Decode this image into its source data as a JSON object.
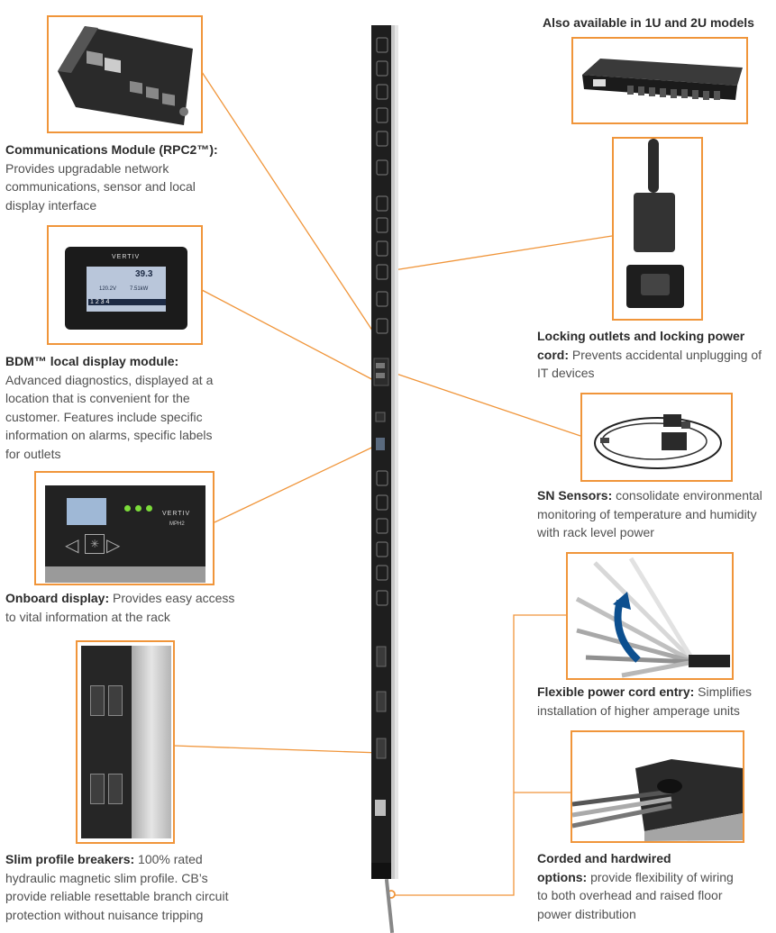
{
  "top_right_heading": "Also available in 1U and 2U models",
  "features": {
    "comms": {
      "title": "Communications Module (RPC2™):",
      "line1": "Provides upgradable network",
      "line2": "communications, sensor and local",
      "line3": "display interface"
    },
    "bdm": {
      "title": "BDM™ local display module:",
      "line1": "Advanced diagnostics, displayed at a",
      "line2": "location that is convenient for the",
      "line3": "customer. Features include specific",
      "line4": "information on alarms, specific labels",
      "line5": "for outlets"
    },
    "onboard": {
      "title": "Onboard display:",
      "line1": " Provides easy access",
      "line2": "to vital information at the rack"
    },
    "breakers": {
      "title": "Slim profile breakers:",
      "line1": " 100% rated",
      "line2": "hydraulic magnetic slim profile. CB’s",
      "line3": "provide reliable resettable branch circuit",
      "line4": "protection without nuisance tripping"
    },
    "locking": {
      "title1": "Locking outlets and locking power",
      "title2": "cord:",
      "line1": " Prevents accidental unplugging of",
      "line2": "IT devices"
    },
    "sensors": {
      "title": "SN Sensors:",
      "line1": " consolidate environmental",
      "line2": "monitoring of temperature and humidity",
      "line3": "with rack level power"
    },
    "cord_entry": {
      "title": "Flexible power cord entry:",
      "line1": " Simplifies",
      "line2": "installation of higher amperage units"
    },
    "corded": {
      "title1": "Corded and hardwired",
      "title2": "options:",
      "line1": " provide flexibility of wiring",
      "line2": "to both overhead and raised floor",
      "line3": "power distribution"
    }
  },
  "product_labels": {
    "brand": "VERTIV",
    "model_display": "MPH2",
    "model_small": "MPH2",
    "lcd_value": "39.3",
    "lcd_row1": "120.2V",
    "lcd_row2": "7.51kW",
    "lcd_row3": "1 2 3 4"
  },
  "colors": {
    "accent": "#f0953a",
    "pdu_body": "#1e1e1e",
    "pdu_rail": "#c8c8c8",
    "arrow": "#0c4f8f"
  }
}
